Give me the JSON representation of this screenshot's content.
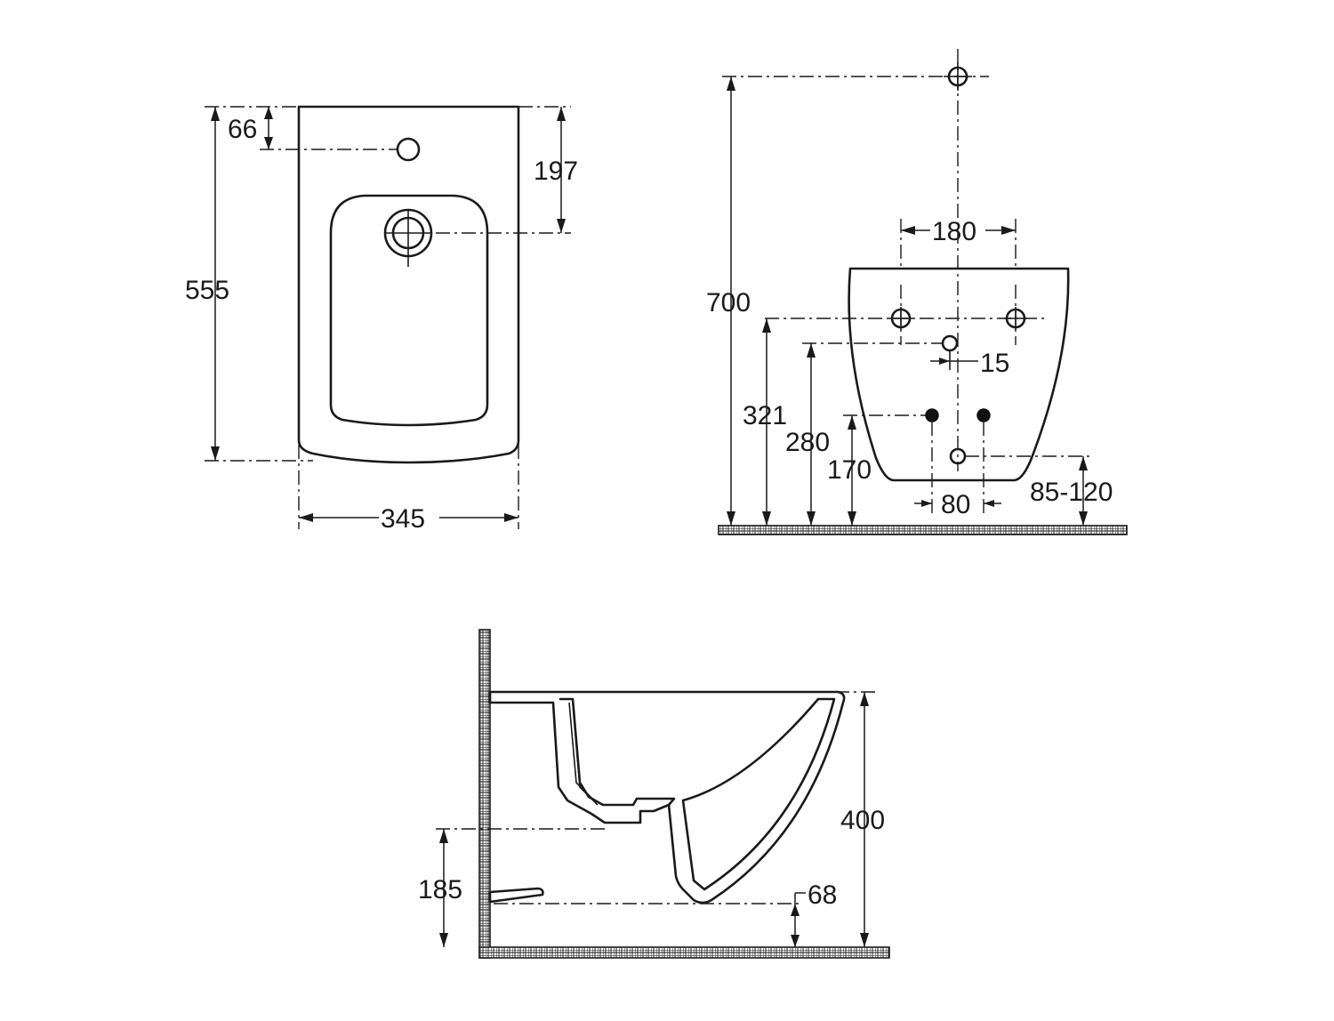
{
  "drawing": {
    "top_view": {
      "dims": {
        "depth": "555",
        "tap_hole_offset": "66",
        "outlet_offset": "197",
        "width": "345"
      }
    },
    "rear_view": {
      "dims": {
        "inlet_height": "700",
        "fixing_spacing": "180",
        "fixing_height": "321",
        "supply_height": "280",
        "supply_offset": "15",
        "lower_fixing_height": "170",
        "lower_fixing_spacing": "80",
        "waste_height": "85-120"
      }
    },
    "side_view": {
      "dims": {
        "rim_height": "400",
        "waste_height": "185",
        "outlet_offset": "68"
      }
    },
    "colors": {
      "line": "#1a1a1a",
      "background": "#ffffff"
    }
  }
}
